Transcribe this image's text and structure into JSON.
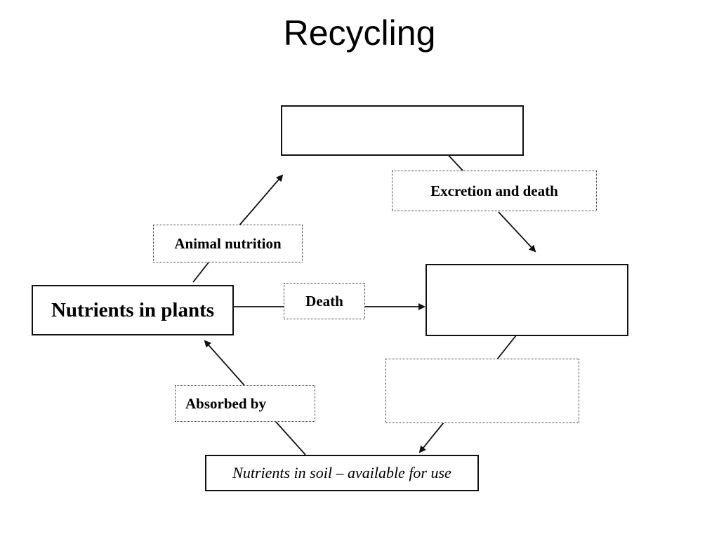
{
  "title": "Recycling",
  "nodes": {
    "plants": "Nutrients in plants",
    "soil": "Nutrients in soil – available for use",
    "animals_blank": "",
    "decomposers_blank": ""
  },
  "labels": {
    "animal_nutrition": "Animal nutrition",
    "excretion_death": "Excretion and death",
    "death": "Death",
    "absorbed_by": "Absorbed by",
    "blank_label": ""
  }
}
